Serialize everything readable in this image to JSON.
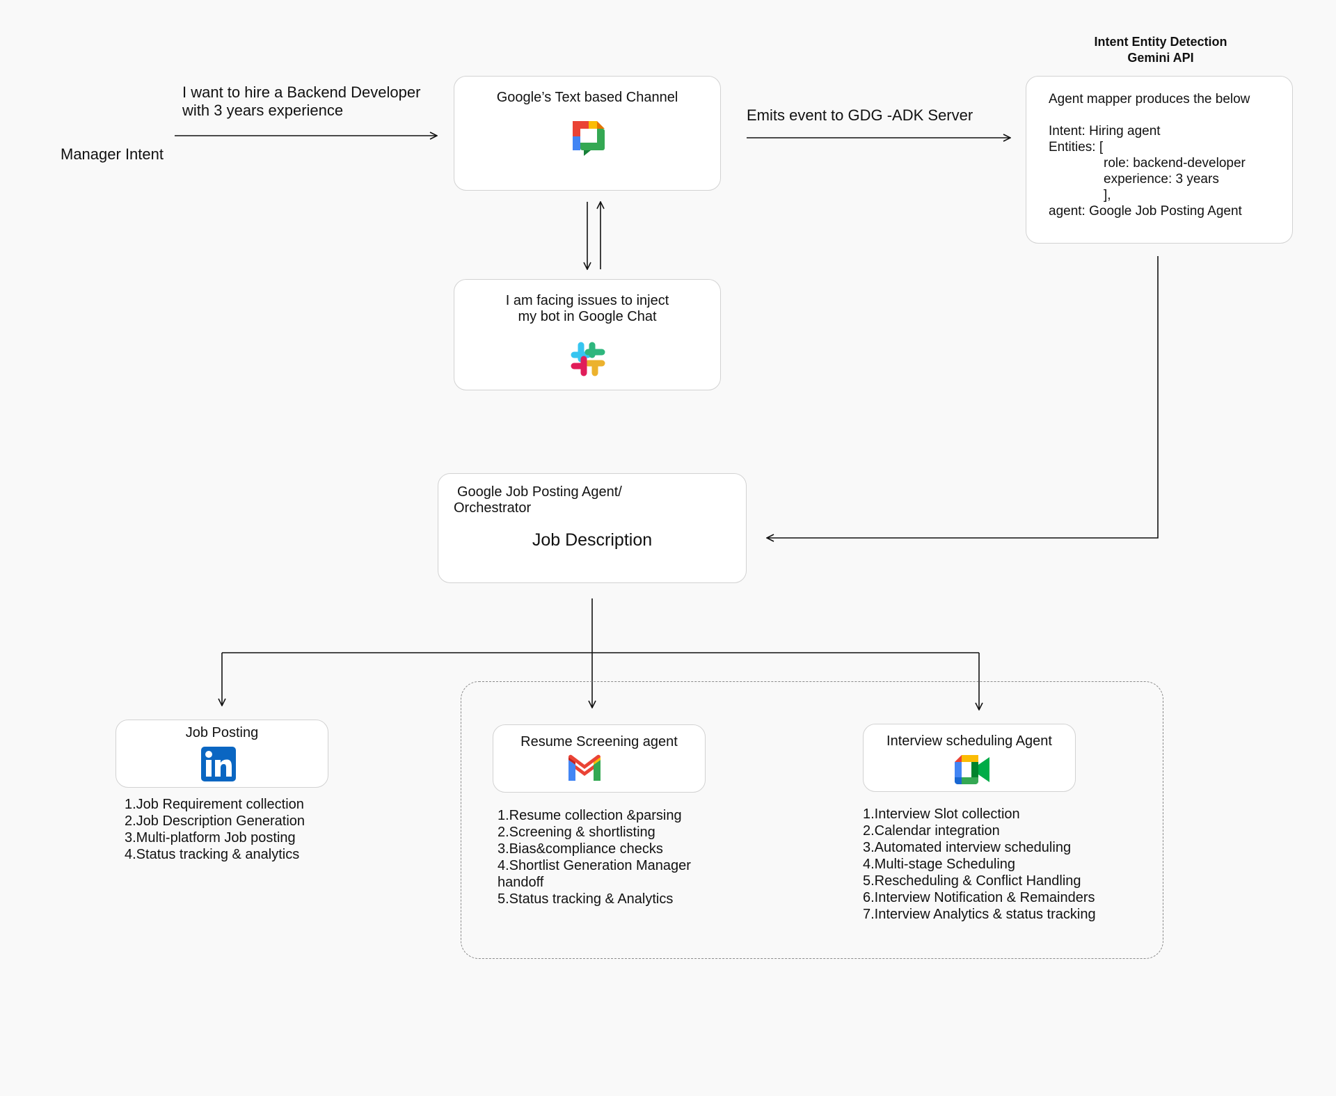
{
  "manager": {
    "label": "Manager Intent",
    "message_line1": "I want to hire a Backend Developer",
    "message_line2": "with 3 years experience"
  },
  "channel": {
    "title": "Google’s Text based Channel",
    "icon": "google-chat-icon"
  },
  "emit": {
    "label": "Emits event to GDG -ADK Server"
  },
  "issue": {
    "line1": "I am facing issues to inject",
    "line2": "my bot in Google Chat",
    "icon": "slack-icon"
  },
  "detection": {
    "title_line1": "Intent Entity Detection",
    "title_line2": "Gemini  API",
    "header": "Agent mapper produces the below",
    "intent": "Intent: Hiring agent",
    "entities_open": "Entities: [",
    "role": "role: backend-developer",
    "experience": "experience: 3 years",
    "entities_close": "],",
    "agent": "agent: Google Job Posting Agent"
  },
  "orchestrator": {
    "title_line1": "Google Job Posting Agent/",
    "title_line2": "Orchestrator",
    "main": "Job Description"
  },
  "job_posting": {
    "title": "Job Posting",
    "icon": "linkedin-icon",
    "items": [
      "1.Job Requirement collection",
      "2.Job Description Generation",
      "3.Multi-platform Job posting",
      "4.Status tracking & analytics"
    ]
  },
  "resume": {
    "title": "Resume Screening agent",
    "icon": "gmail-icon",
    "items": [
      "1.Resume collection &parsing",
      "2.Screening & shortlisting",
      "3.Bias&compliance checks",
      "4.Shortlist Generation Manager",
      "handoff",
      "5.Status tracking & Analytics"
    ]
  },
  "interview": {
    "title": "Interview scheduling Agent",
    "icon": "google-meet-icon",
    "items": [
      "1.Interview Slot collection",
      "2.Calendar integration",
      "3.Automated interview scheduling",
      "4.Multi-stage Scheduling",
      "5.Rescheduling & Conflict Handling",
      "6.Interview Notification & Remainders",
      "7.Interview Analytics  & status tracking"
    ]
  },
  "colors": {
    "background": "#f9f9f9",
    "box_border": "#d2d2d2",
    "dashed_border": "#8a8a8a",
    "line": "#111111",
    "linkedin": "#0a66c2"
  }
}
